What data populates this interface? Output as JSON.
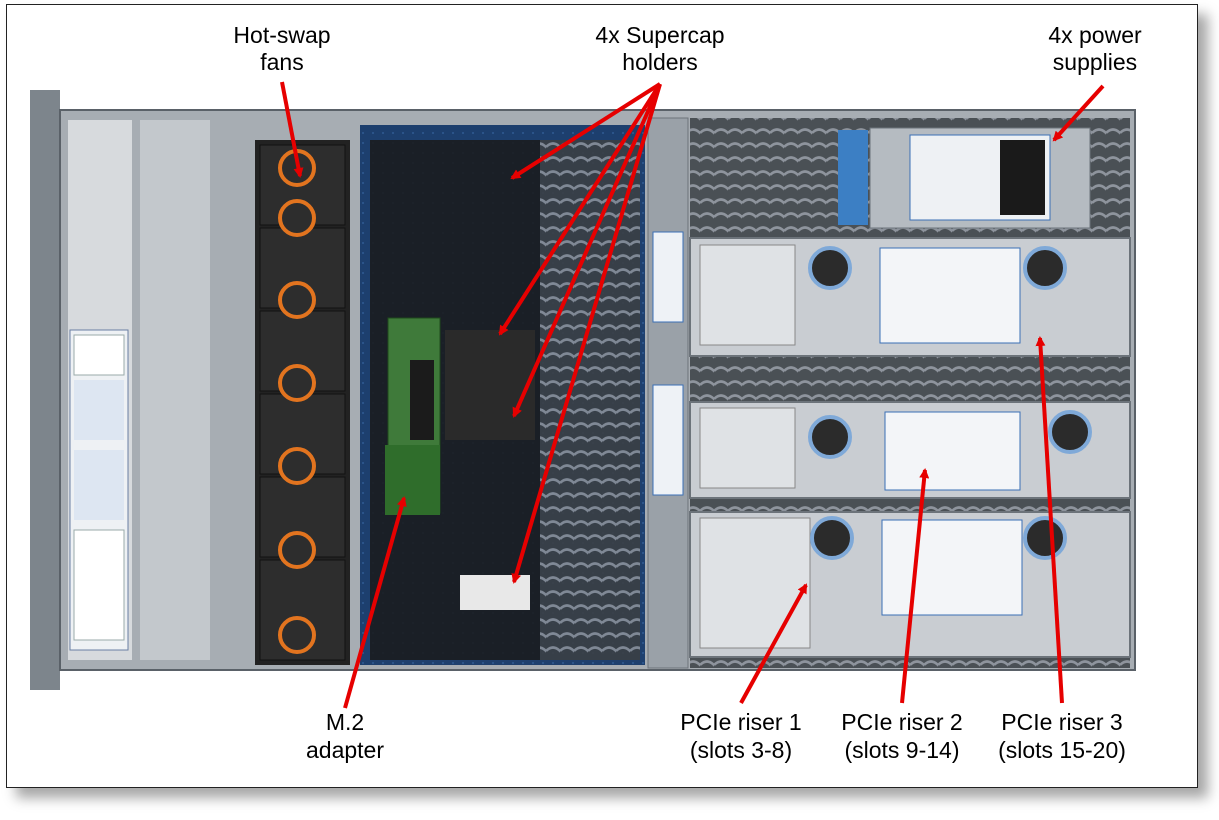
{
  "colors": {
    "arrow": "#e60000",
    "chassis": "#a7adb3",
    "board": "#1d3f6e",
    "fan": "#222222",
    "fan_accent": "#e2741f",
    "bulkhead": "#9aa1a8"
  },
  "labels": {
    "fans": {
      "line1": "Hot-swap",
      "line2": "fans"
    },
    "supercap": {
      "line1": "4x Supercap",
      "line2": "holders"
    },
    "psu": {
      "line1": "4x power",
      "line2": "supplies"
    },
    "m2": {
      "line1": "M.2",
      "line2": "adapter"
    },
    "riser1": {
      "line1": "PCIe riser 1",
      "line2": "(slots 3-8)"
    },
    "riser2": {
      "line1": "PCIe riser 2",
      "line2": "(slots 9-14)"
    },
    "riser3": {
      "line1": "PCIe riser 3",
      "line2": "(slots 15-20)"
    }
  },
  "icons": [
    "fan-icon",
    "riser-cage",
    "power-supply",
    "m2-card"
  ]
}
